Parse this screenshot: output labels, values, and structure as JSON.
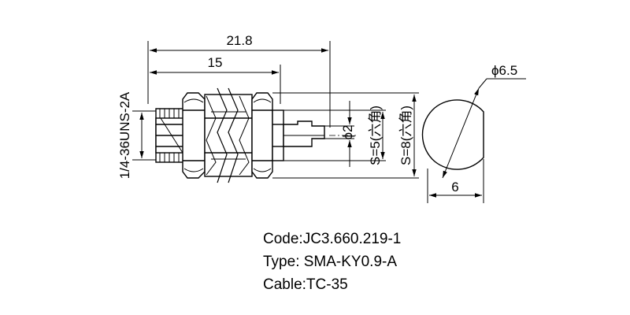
{
  "dimensions": {
    "overall_length": "21.8",
    "body_length": "15",
    "thread": "1/4-36UNS-2A",
    "pin_diameter": "ϕ2",
    "hex_small": "S=5(六角)",
    "hex_large": "S=8(六角)",
    "flange_diameter": "ϕ6.5",
    "flat_width": "6"
  },
  "spec": {
    "code": "Code:JC3.660.219-1",
    "type": "Type: SMA-KY0.9-A",
    "cable": "Cable:TC-35"
  }
}
